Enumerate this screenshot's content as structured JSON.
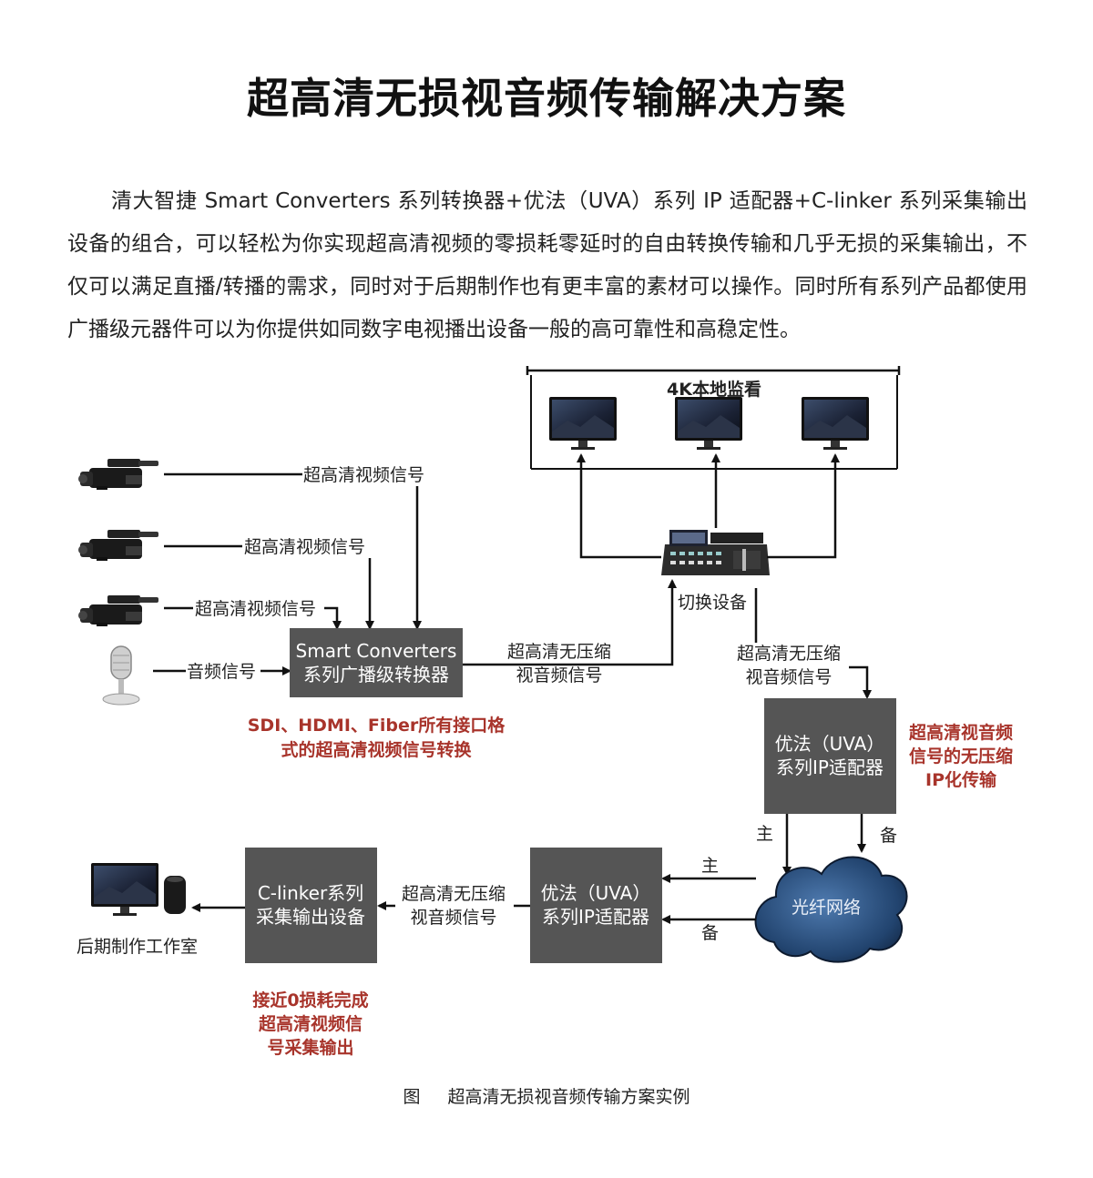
{
  "title": "超高清无损视音频传输解决方案",
  "intro": "清大智捷 Smart Converters 系列转换器+优法（UVA）系列 IP 适配器+C-linker 系列采集输出设备的组合，可以轻松为你实现超高清视频的零损耗零延时的自由转换传输和几乎无损的采集输出，不仅可以满足直播/转播的需求，同时对于后期制作也有更丰富的素材可以操作。同时所有系列产品都使用广播级元器件可以为你提供如同数字电视播出设备一般的高可靠性和高稳定性。",
  "monitor_group_label": "4K本地监看",
  "signals": {
    "video1": "超高清视频信号",
    "video2": "超高清视频信号",
    "video3": "超高清视频信号",
    "audio": "音频信号"
  },
  "smart_converters": {
    "line1": "Smart Converters",
    "line2": "系列广播级转换器"
  },
  "smart_note": {
    "line1": "SDI、HDMI、Fiber所有接口格",
    "line2": "式的超高清视频信号转换"
  },
  "uncompressed_a": {
    "line1": "超高清无压缩",
    "line2": "视音频信号"
  },
  "switcher_label": "切换设备",
  "uncompressed_b": {
    "line1": "超高清无压缩",
    "line2": "视音频信号"
  },
  "uva_top": {
    "line1": "优法（UVA）",
    "line2": "系列IP适配器"
  },
  "uva_note": {
    "line1": "超高清视音频",
    "line2": "信号的无压缩",
    "line3": "IP化传输"
  },
  "main_label": "主",
  "backup_label": "备",
  "cloud_label": "光纤网络",
  "main_label_2": "主",
  "backup_label_2": "备",
  "uva_bottom": {
    "line1": "优法（UVA）",
    "line2": "系列IP适配器"
  },
  "uncompressed_c": {
    "line1": "超高清无压缩",
    "line2": "视音频信号"
  },
  "clinker": {
    "line1": "C-linker系列",
    "line2": "采集输出设备"
  },
  "clinker_note": {
    "line1": "接近0损耗完成",
    "line2": "超高清视频信",
    "line3": "号采集输出"
  },
  "studio_label": "后期制作工作室",
  "caption": {
    "prefix": "图",
    "text": "超高清无损视音频传输方案实例"
  },
  "colors": {
    "box": "#555555",
    "note": "#a8342b",
    "cloud": "#1f3b5c"
  }
}
